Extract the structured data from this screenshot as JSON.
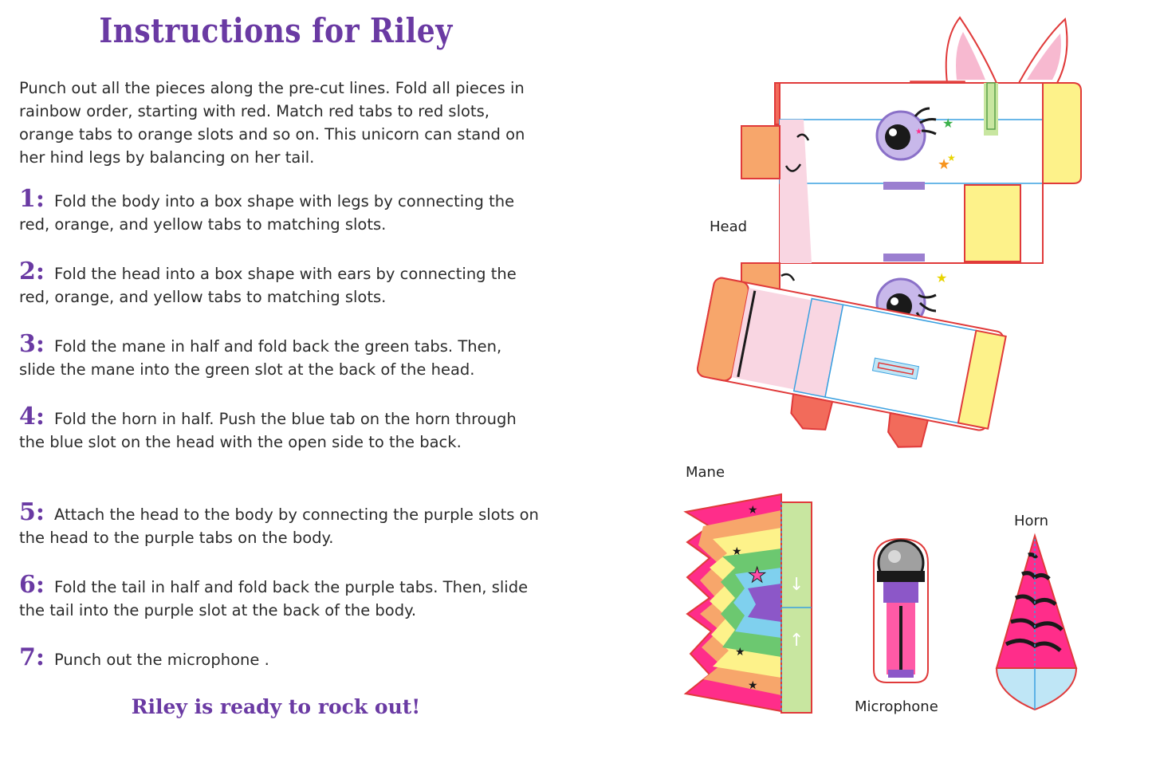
{
  "title": "Instructions for Riley",
  "intro": "Punch out all the pieces along the pre-cut lines. Fold all pieces in rainbow order, starting with red. Match red tabs to red slots, orange tabs to orange slots and so on. This unicorn can stand on her hind legs by balancing on her tail.",
  "steps": [
    {
      "num": "1:",
      "text": "Fold the body into a box shape with legs by connecting the red, orange, and yellow tabs to matching slots."
    },
    {
      "num": "2:",
      "text": "Fold the head into a box shape with ears by connecting the red, orange, and yellow tabs to matching slots."
    },
    {
      "num": "3:",
      "text": "Fold the mane in half and fold back the green tabs. Then, slide the mane into the green slot at the back of the head."
    },
    {
      "num": "4:",
      "text": "Fold the horn in half. Push the blue tab on the horn through the blue slot on the head with the open side to the back."
    },
    {
      "num": "5:",
      "text": "Attach the head to the body by connecting the purple slots on the head to the purple tabs on the body."
    },
    {
      "num": "6:",
      "text": "Fold the tail in half and fold back the purple tabs. Then, slide the tail into the purple slot at the back of the body."
    },
    {
      "num": "7:",
      "text": "Punch out the microphone ."
    }
  ],
  "closing": "Riley is ready to rock out!",
  "labels": {
    "head": "Head",
    "mane": "Mane",
    "horn": "Horn",
    "microphone": "Microphone"
  },
  "colors": {
    "accent": "#6a3aa3",
    "red": "#f26b5b",
    "orange": "#f7a66b",
    "yellow": "#fdf28a",
    "green": "#c8e6a0",
    "blue": "#7fd0ee",
    "purple": "#9b7fd0",
    "pink": "#ff2d8a"
  }
}
